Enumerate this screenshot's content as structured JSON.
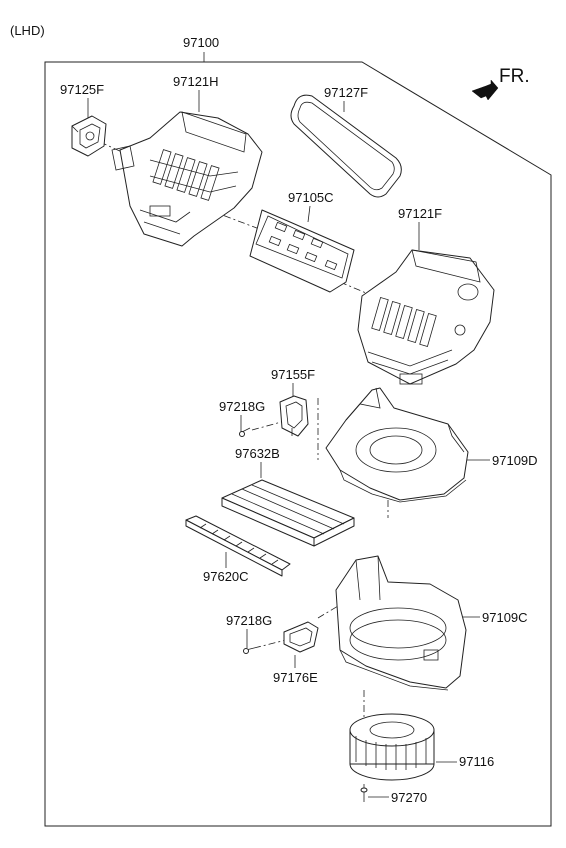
{
  "header": {
    "variant": "(LHD)",
    "assembly": "97100",
    "direction": "FR."
  },
  "parts": {
    "p97125F": "97125F",
    "p97121H": "97121H",
    "p97127F": "97127F",
    "p97105C": "97105C",
    "p97121F": "97121F",
    "p97155F": "97155F",
    "p97218G_a": "97218G",
    "p97109D": "97109D",
    "p97632B": "97632B",
    "p97620C": "97620C",
    "p97218G_b": "97218G",
    "p97109C": "97109C",
    "p97176E": "97176E",
    "p97116": "97116",
    "p97270": "97270"
  }
}
